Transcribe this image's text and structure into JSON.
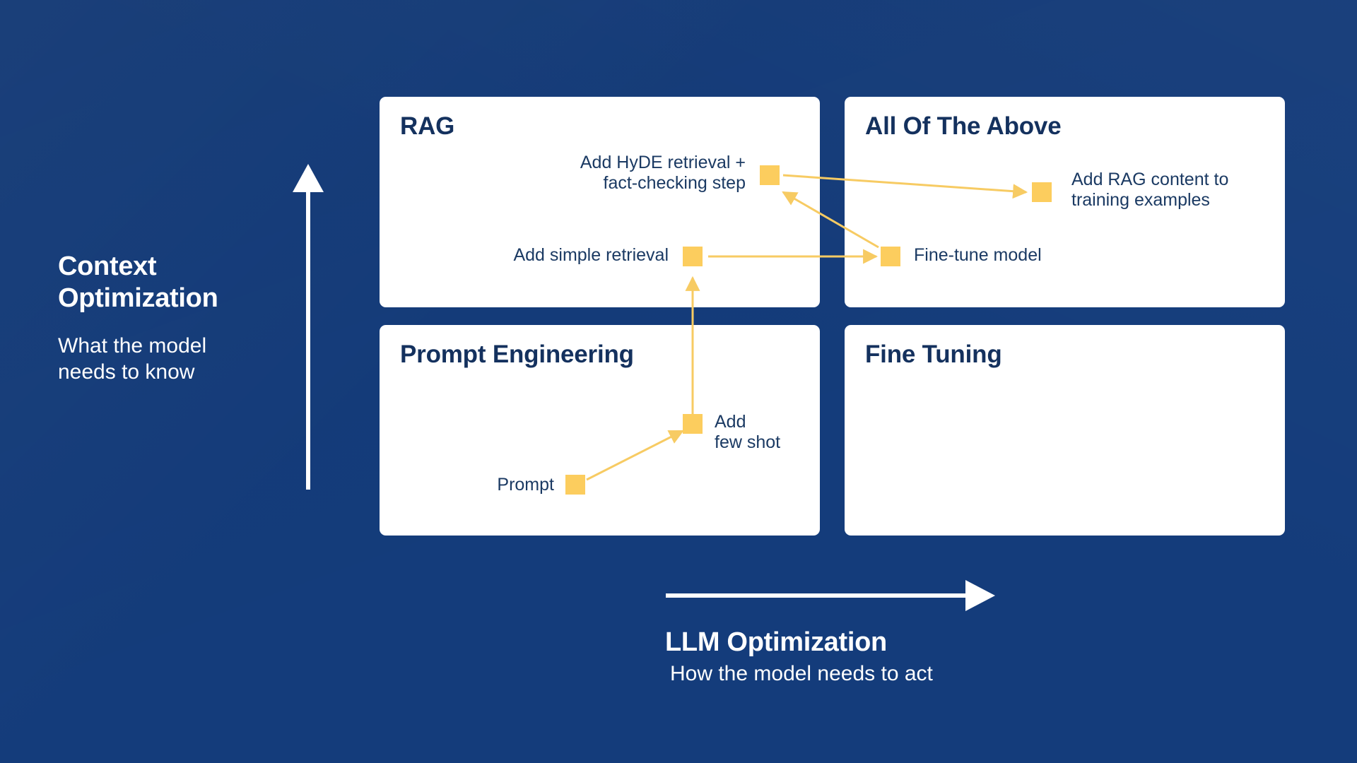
{
  "palette": {
    "background": "#143c7b",
    "card": "#ffffff",
    "title_text": "#14315e",
    "node_text": "#1b3a63",
    "marker": "#fccd5e",
    "connector": "#f7cb63",
    "axis": "#ffffff"
  },
  "axes": {
    "vertical": {
      "title": "Context\nOptimization",
      "subtitle": "What the model\nneeds to know",
      "arrow_direction": "up"
    },
    "horizontal": {
      "title": "LLM Optimization",
      "subtitle": "How the model needs to act",
      "arrow_direction": "right"
    }
  },
  "quadrants": [
    {
      "id": "rag",
      "title": "RAG"
    },
    {
      "id": "all-of-the-above",
      "title": "All Of The Above"
    },
    {
      "id": "prompt-eng",
      "title": "Prompt Engineering"
    },
    {
      "id": "fine-tuning",
      "title": "Fine Tuning"
    }
  ],
  "nodes": [
    {
      "id": "prompt",
      "label": "Prompt",
      "quadrant": "prompt-eng"
    },
    {
      "id": "add-few-shot",
      "label": "Add\nfew shot",
      "quadrant": "prompt-eng"
    },
    {
      "id": "add-simple-retrieval",
      "label": "Add simple retrieval",
      "quadrant": "rag"
    },
    {
      "id": "add-hyde",
      "label": "Add HyDE retrieval +\nfact-checking step",
      "quadrant": "rag"
    },
    {
      "id": "fine-tune-model",
      "label": "Fine-tune model",
      "quadrant": "all-of-the-above"
    },
    {
      "id": "add-rag-content",
      "label": "Add RAG content to\ntraining examples",
      "quadrant": "all-of-the-above"
    }
  ],
  "connections": [
    {
      "from": "prompt",
      "to": "add-few-shot"
    },
    {
      "from": "add-few-shot",
      "to": "add-simple-retrieval"
    },
    {
      "from": "add-simple-retrieval",
      "to": "fine-tune-model"
    },
    {
      "from": "fine-tune-model",
      "to": "add-hyde"
    },
    {
      "from": "add-hyde",
      "to": "add-rag-content"
    }
  ]
}
